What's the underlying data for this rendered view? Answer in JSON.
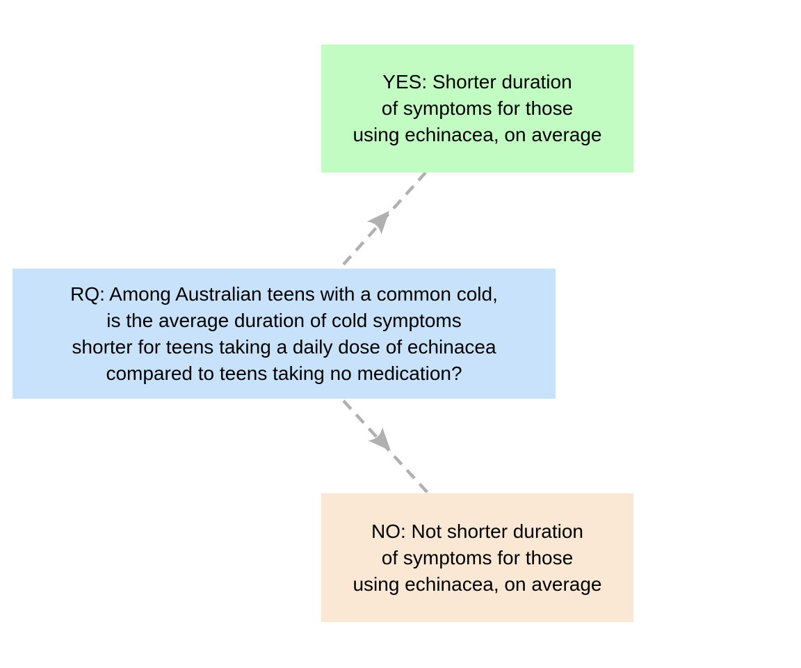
{
  "diagram": {
    "type": "decision-flowchart",
    "background_color": "#ffffff",
    "text_color": "#000000",
    "connector": {
      "color": "#b0b0b0",
      "style": "dashed"
    },
    "nodes": [
      {
        "id": "yes-outcome",
        "fill": "#c2fcc2",
        "text": "YES: Shorter duration\nof symptoms for those\nusing echinacea, on average"
      },
      {
        "id": "research-question",
        "fill": "#c9e2fb",
        "text": "RQ: Among Australian teens with a common cold,\nis the average duration of cold symptoms\nshorter for teens taking a daily dose of echinacea\ncompared to teens taking no medication?"
      },
      {
        "id": "no-outcome",
        "fill": "#fae8d4",
        "text": "NO: Not shorter duration\nof symptoms for those\nusing echinacea, on average"
      }
    ],
    "edges": [
      {
        "from": "research-question",
        "to": "yes-outcome"
      },
      {
        "from": "research-question",
        "to": "no-outcome"
      }
    ]
  }
}
